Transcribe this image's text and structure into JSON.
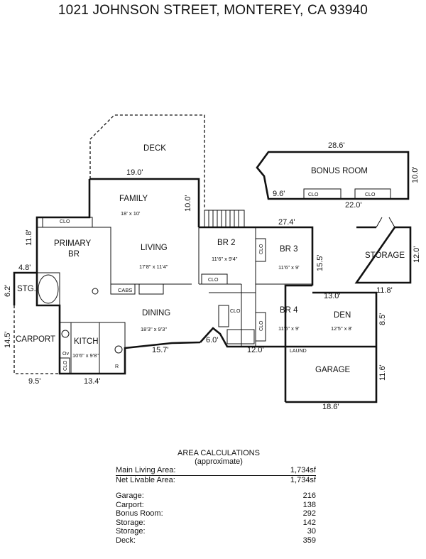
{
  "title": "1021 JOHNSON STREET, MONTEREY, CA 93940",
  "rooms": {
    "deck": "DECK",
    "family": "FAMILY",
    "family_size": "18' x 10'",
    "primary_br_1": "PRIMARY",
    "primary_br_2": "BR",
    "living": "LIVING",
    "living_size": "17'8\" x 11'4\"",
    "dining": "DINING",
    "dining_size": "18'3\" x 9'3\"",
    "br2": "BR 2",
    "br2_size": "11'6\" x 9'4\"",
    "br3": "BR 3",
    "br3_size": "11'6\" x 9'",
    "br4": "BR 4",
    "br4_size": "11'6\" x 9'",
    "den": "DEN",
    "den_size": "12'5\" x 8'",
    "laund": "LAUND",
    "garage": "GARAGE",
    "bonus_room": "BONUS ROOM",
    "storage": "STORAGE",
    "stg": "STG.",
    "carport": "CARPORT",
    "kitchen": "KITCH",
    "kitchen_size": "10'6\" x 9'8\"",
    "cabs": "CABS",
    "clo": "CLO",
    "ov": "Ov",
    "r": "R"
  },
  "dimensions": {
    "deck_width": "19.0'",
    "family_depth": "10.0'",
    "primary_depth": "11.8'",
    "stg_width": "4.8'",
    "stg_depth": "6.2'",
    "carport_depth": "14.5'",
    "carport_width": "9.5'",
    "kitchen_width": "13.4'",
    "dining_width": "15.7'",
    "bath_width": "6.0'",
    "br4_bottom": "12.0'",
    "br3_top": "27.4'",
    "br3_depth": "15.5'",
    "den_width": "13.0'",
    "den_depth": "8.5'",
    "garage_depth": "11.6'",
    "garage_width": "18.6'",
    "bonus_top": "28.6'",
    "bonus_depth": "10.0'",
    "bonus_left": "9.6'",
    "bonus_bottom": "22.0'",
    "storage_depth": "12.0'",
    "storage_width": "11.8'"
  },
  "area_calc": {
    "heading": "AREA CALCULATIONS",
    "subheading": "(approximate)",
    "rows": [
      {
        "label": "Main Living Area:",
        "value": "1,734sf"
      },
      {
        "label": "Net Livable Area:",
        "value": "1,734sf"
      },
      {
        "label": "Garage:",
        "value": "216"
      },
      {
        "label": "Carport:",
        "value": "138"
      },
      {
        "label": "Bonus Room:",
        "value": "292"
      },
      {
        "label": "Storage:",
        "value": "142"
      },
      {
        "label": "Storage:",
        "value": "30"
      },
      {
        "label": "Deck:",
        "value": "359"
      }
    ]
  }
}
